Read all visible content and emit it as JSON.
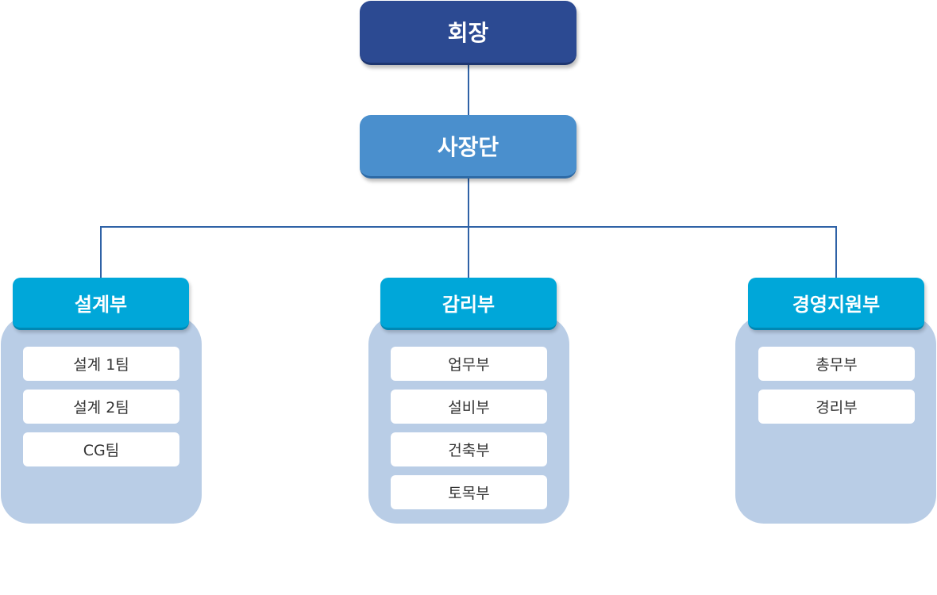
{
  "chairman": "회장",
  "president": "사장단",
  "departments": [
    {
      "name": "설계부",
      "teams": [
        "설계 1팀",
        "설계 2팀",
        "CG팀"
      ]
    },
    {
      "name": "감리부",
      "teams": [
        "업무부",
        "설비부",
        "건축부",
        "토목부"
      ]
    },
    {
      "name": "경영지원부",
      "teams": [
        "총무부",
        "경리부"
      ]
    }
  ],
  "colors": {
    "chairman": "#2c4a92",
    "president": "#4a8fcd",
    "department_header": "#00a7d9",
    "department_panel": "#b9cde6",
    "connector": "#2f62a6"
  }
}
